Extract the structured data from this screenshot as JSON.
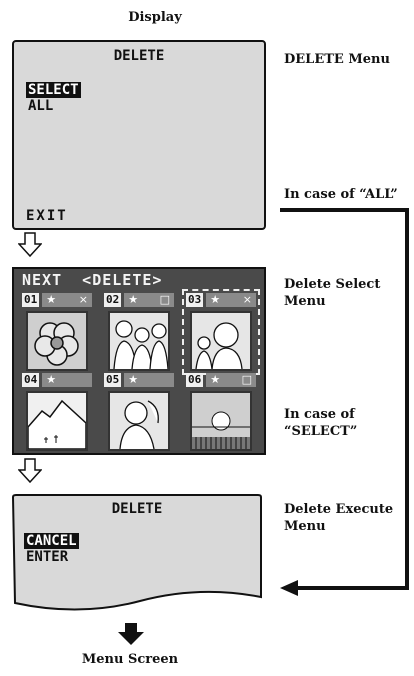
{
  "header": "Display",
  "screen1": {
    "title": "DELETE",
    "items": [
      "SELECT",
      "ALL"
    ],
    "exit": "EXIT"
  },
  "label_delete_menu": "DELETE Menu",
  "label_case_all": "In case of “ALL”",
  "screen2": {
    "title": "NEXT  <DELETE>",
    "cells": [
      {
        "num": "01",
        "star": "★",
        "mark": "×",
        "pic": "flower"
      },
      {
        "num": "02",
        "star": "★",
        "mark": "□",
        "pic": "people"
      },
      {
        "num": "03",
        "star": "★",
        "mark": "×",
        "pic": "girl"
      },
      {
        "num": "04",
        "star": "★",
        "mark": "",
        "pic": "mountain"
      },
      {
        "num": "05",
        "star": "★",
        "mark": "",
        "pic": "woman"
      },
      {
        "num": "06",
        "star": "★",
        "mark": "□",
        "pic": "sunset"
      }
    ]
  },
  "label_delete_select": "Delete Select Menu",
  "label_case_select": "In case of “SELECT”",
  "screen3": {
    "title": "DELETE",
    "items": [
      "CANCEL",
      "ENTER"
    ]
  },
  "label_delete_execute": "Delete Execute Menu",
  "footer": "Menu Screen"
}
